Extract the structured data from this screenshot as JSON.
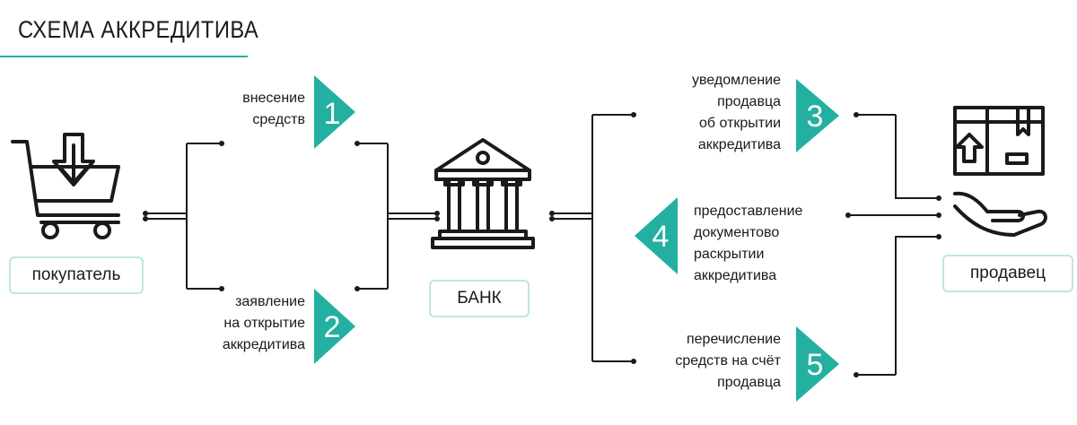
{
  "title": "СХЕМА АККРЕДИТИВА",
  "colors": {
    "accent": "#23b0a0",
    "line": "#1a1a1a",
    "box_border": "#bfe6e0"
  },
  "parties": {
    "buyer": {
      "label": "покупатель",
      "icon": "shopping-cart-icon"
    },
    "bank": {
      "label": "БАНК",
      "icon": "bank-building-icon"
    },
    "seller": {
      "label": "продавец",
      "icon": "box-in-hand-icon"
    }
  },
  "steps": [
    {
      "num": "1",
      "text": "внесение\nсредств"
    },
    {
      "num": "2",
      "text": "заявление\nна открытие\nаккредитива"
    },
    {
      "num": "3",
      "text": "уведомление\nпродавца\nоб открытии\nаккредитива"
    },
    {
      "num": "4",
      "text": "предоставление\nдокументово\nраскрытии\nаккредитива"
    },
    {
      "num": "5",
      "text": "перечисление\nсредств на счёт\nпродавца"
    }
  ]
}
